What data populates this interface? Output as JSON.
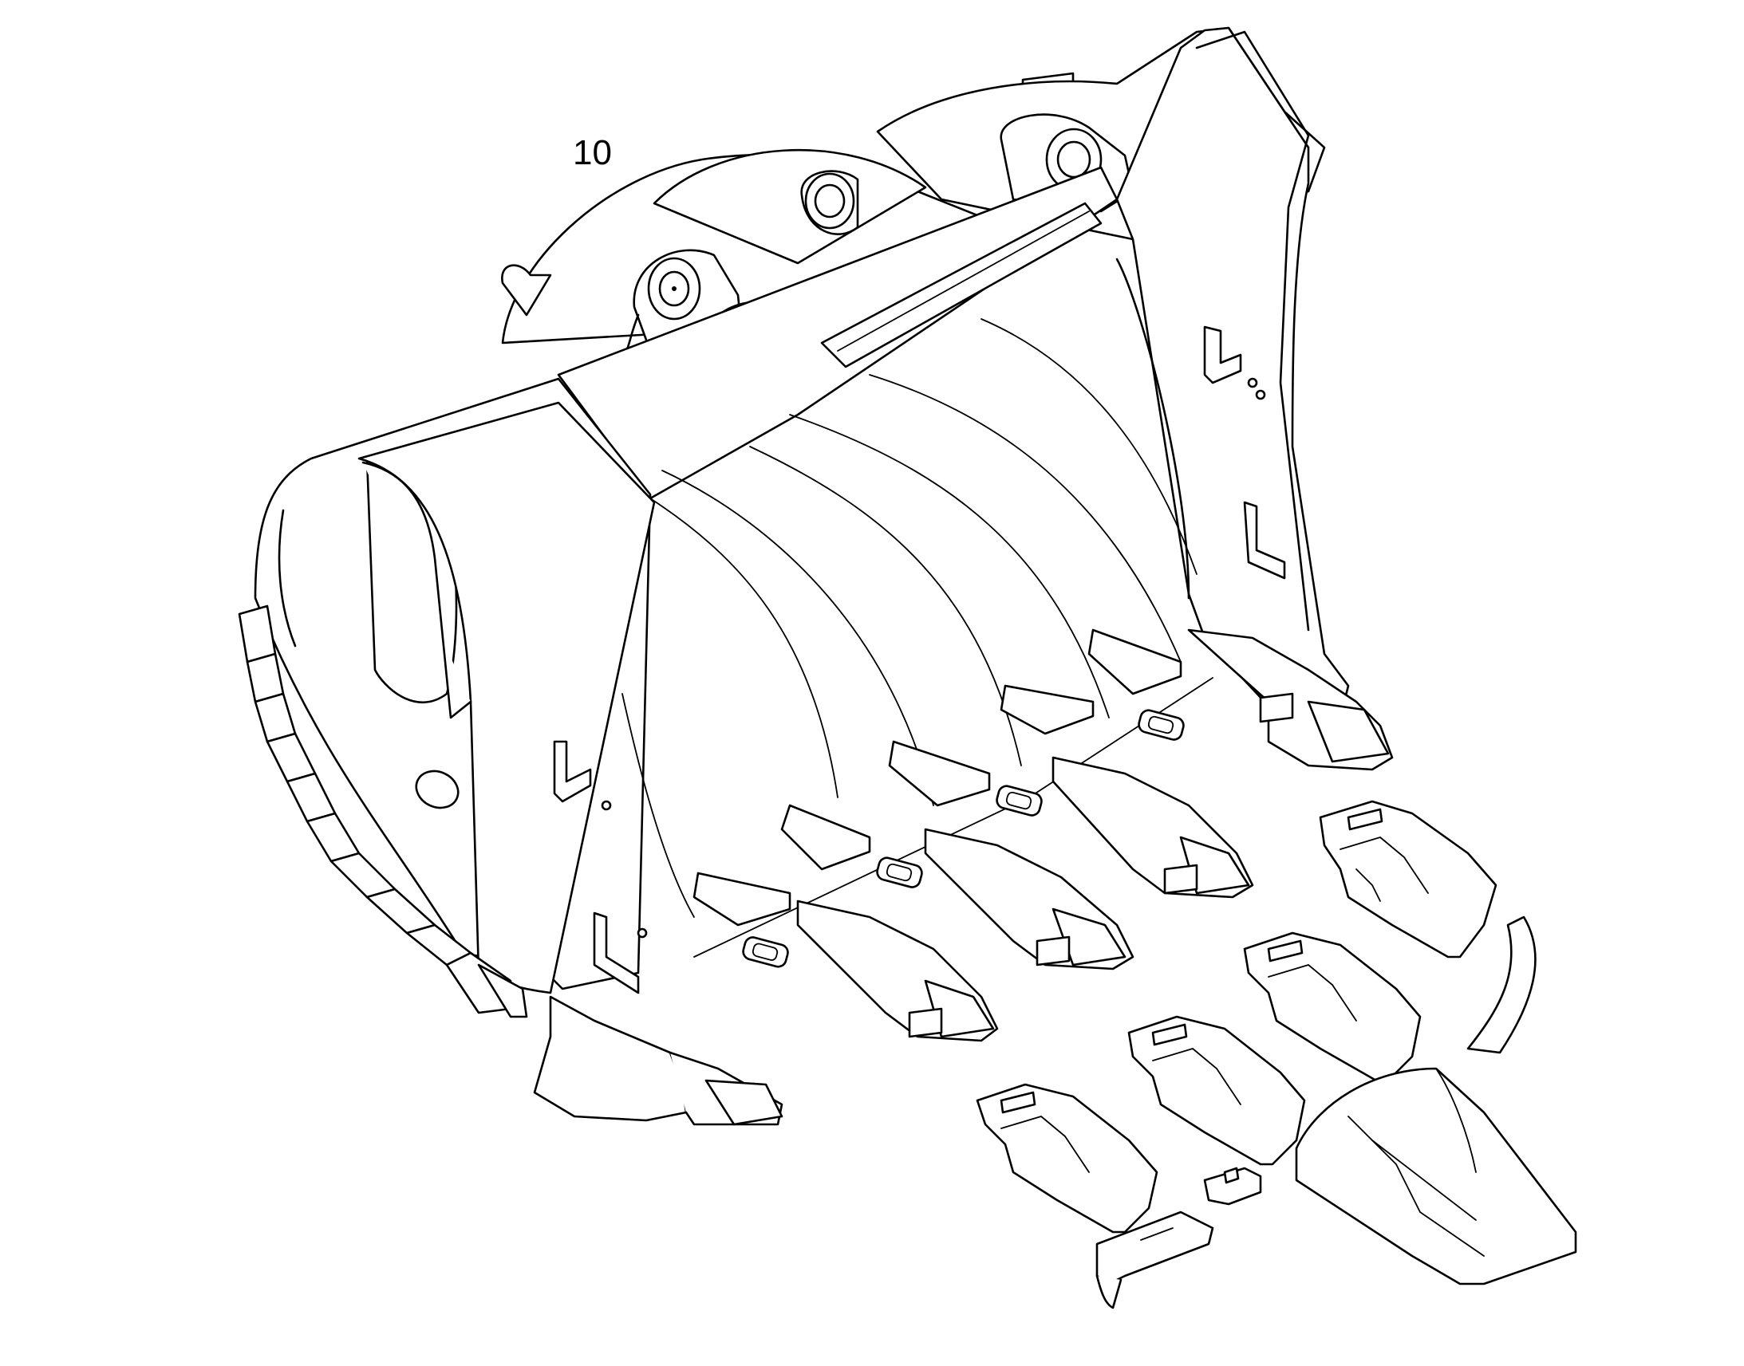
{
  "diagram": {
    "callout_label": "10",
    "line_color": "#000000",
    "background_color": "#ffffff",
    "parts": [
      "bucket-body",
      "pin-bosses",
      "wear-plates",
      "side-cutters",
      "tooth-adapters",
      "teeth",
      "retainer-pin",
      "lock",
      "side-shroud"
    ]
  }
}
